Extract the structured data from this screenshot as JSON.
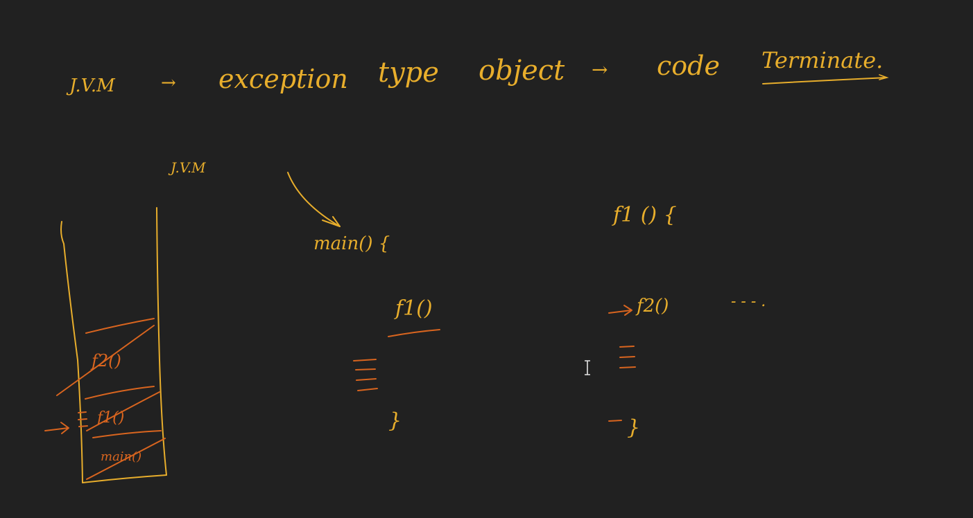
{
  "colors": {
    "background": "#212121",
    "ink_yellow": "#e8ae2c",
    "ink_orange": "#d9651f"
  },
  "title_line": {
    "jvm": "J.V.M",
    "arrow_1": "→",
    "word_exception": "exception",
    "word_type": "type",
    "word_object": "object",
    "arrow_2": "→",
    "word_code": "code",
    "word_terminate": "Terminate."
  },
  "jvm_label": "J.V.M",
  "main_block": {
    "header": "main() {",
    "call": "f1()",
    "lines": "≡",
    "close": "}"
  },
  "f1_block": {
    "header": "f1 () {",
    "call": "f2()",
    "ellipsis": "- - - .",
    "lines": "≡",
    "close": "}"
  },
  "stack": {
    "frames": [
      "f2()",
      "f1()",
      "main()"
    ],
    "pointer_lines": "≡"
  },
  "icons": {
    "cursor": "text-cursor-icon"
  }
}
